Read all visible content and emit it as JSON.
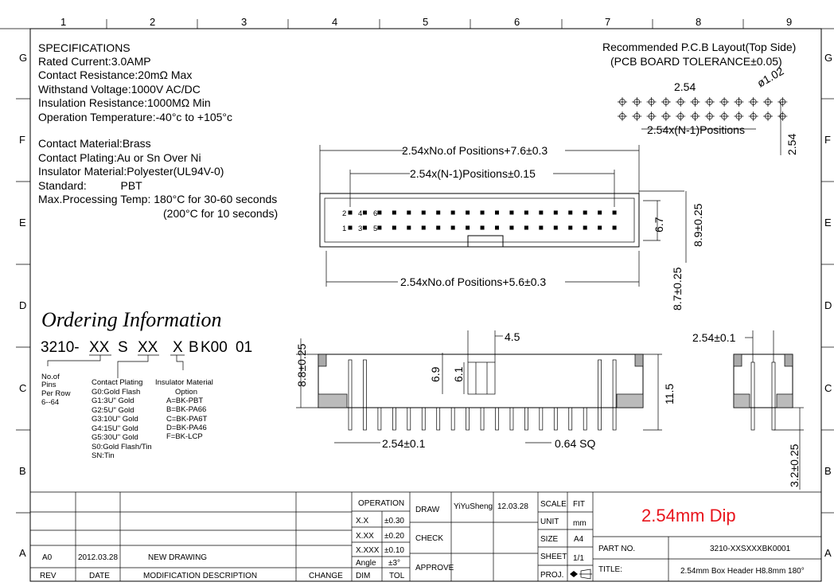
{
  "frame": {
    "columns": [
      "1",
      "2",
      "3",
      "4",
      "5",
      "6",
      "7",
      "8",
      "9"
    ],
    "rows": [
      "G",
      "F",
      "E",
      "D",
      "C",
      "B",
      "A"
    ]
  },
  "specifications": {
    "title": "SPECIFICATIONS",
    "lines": [
      "Rated Current:3.0AMP",
      "Contact Resistance:20mΩ Max",
      "Withstand Voltage:1000V AC/DC",
      "Insulation Resistance:1000MΩ Min",
      "Operation Temperature:-40°c to +105°c"
    ],
    "materials": [
      "Contact Material:Brass",
      "Contact Plating:Au or Sn Over Ni",
      "Insulator Material:Polyester(UL94V-0)",
      "Standard:           PBT",
      "Max.Processing Temp: 180°C for 30-60 seconds",
      "(200°C for 10 seconds)"
    ]
  },
  "pcb_layout": {
    "title": "Recommended P.C.B Layout(Top Side)",
    "tolerance": "(PCB BOARD TOLERANCE±0.05)",
    "pitch": "2.54",
    "hole": "ø1.02",
    "span": "2.54x(N-1)Positions",
    "row_pitch": "2.54"
  },
  "top_view": {
    "overall": "2.54xNo.of Positions+7.6±0.3",
    "pin_span": "2.54x(N-1)Positions±0.15",
    "bottom": "2.54xNo.of Positions+5.6±0.3",
    "inner_height": "6.7",
    "outer_height": "8.9±0.25",
    "side_height": "8.7±0.25",
    "pin_labels_top": [
      "2",
      "4",
      "6"
    ],
    "pin_labels_bottom": [
      "1",
      "3",
      "5"
    ]
  },
  "front_view": {
    "height": "8.8±0.25",
    "dim_69": "6.9",
    "dim_61": "6.1",
    "dim_45": "4.5",
    "total": "11.5",
    "pitch": "2.54±0.1",
    "pin_sq": "0.64 SQ"
  },
  "side_view": {
    "pitch": "2.54±0.1",
    "tail": "3.2±0.25"
  },
  "ordering": {
    "title": "Ordering Information",
    "code": [
      "3210-",
      "XX",
      "S",
      "XX",
      "X",
      "B",
      "K00",
      "01"
    ],
    "pins": [
      "No.of",
      "Pins",
      "Per Row",
      "6--64"
    ],
    "plating": [
      "Contact Plating",
      "G0:Gold Flash",
      "G1:3U\" Gold",
      "G2:5U\" Gold",
      "G3:10U\" Gold",
      "G4:15U\" Gold",
      "G5:30U\" Gold",
      "S0:Gold Flash/Tin",
      "SN:Tin"
    ],
    "insulator": [
      "Insulator Material",
      "Option",
      "A=BK-PBT",
      "B=BK-PA66",
      "C=BK-PA6T",
      "D=BK-PA46",
      "F=BK-LCP"
    ]
  },
  "title_block": {
    "rev_row": {
      "rev": "A0",
      "date": "2012.03.28",
      "desc": "NEW DRAWING"
    },
    "headers": {
      "rev": "REV",
      "date": "DATE",
      "desc": "MODIFICATION DESCRIPTION",
      "change": "CHANGE"
    },
    "operation": "OPERATION",
    "tolerances": [
      [
        "X.X",
        "±0.30"
      ],
      [
        "X.XX",
        "±0.20"
      ],
      [
        "X.XXX",
        "±0.10"
      ],
      [
        "Angle",
        "±3°"
      ]
    ],
    "dim": "DIM",
    "tol": "TOL",
    "draw": "DRAW",
    "drawer": "YiYuSheng",
    "draw_date": "12.03.28",
    "check": "CHECK",
    "approve": "APPROVE",
    "scale_label": "SCALE",
    "scale": "FIT",
    "unit_label": "UNIT",
    "unit": "mm",
    "size_label": "SIZE",
    "size": "A4",
    "sheet_label": "SHEET",
    "sheet": "1/1",
    "proj_label": "PROJ.",
    "headline": "2.54mm Dip",
    "part_no_label": "PART NO.",
    "part_no": "3210-XXSXXXBK0001",
    "title_label": "TITLE:",
    "title": "2.54mm Box Header H8.8mm 180°"
  },
  "colors": {
    "headline": "#e8141c"
  }
}
